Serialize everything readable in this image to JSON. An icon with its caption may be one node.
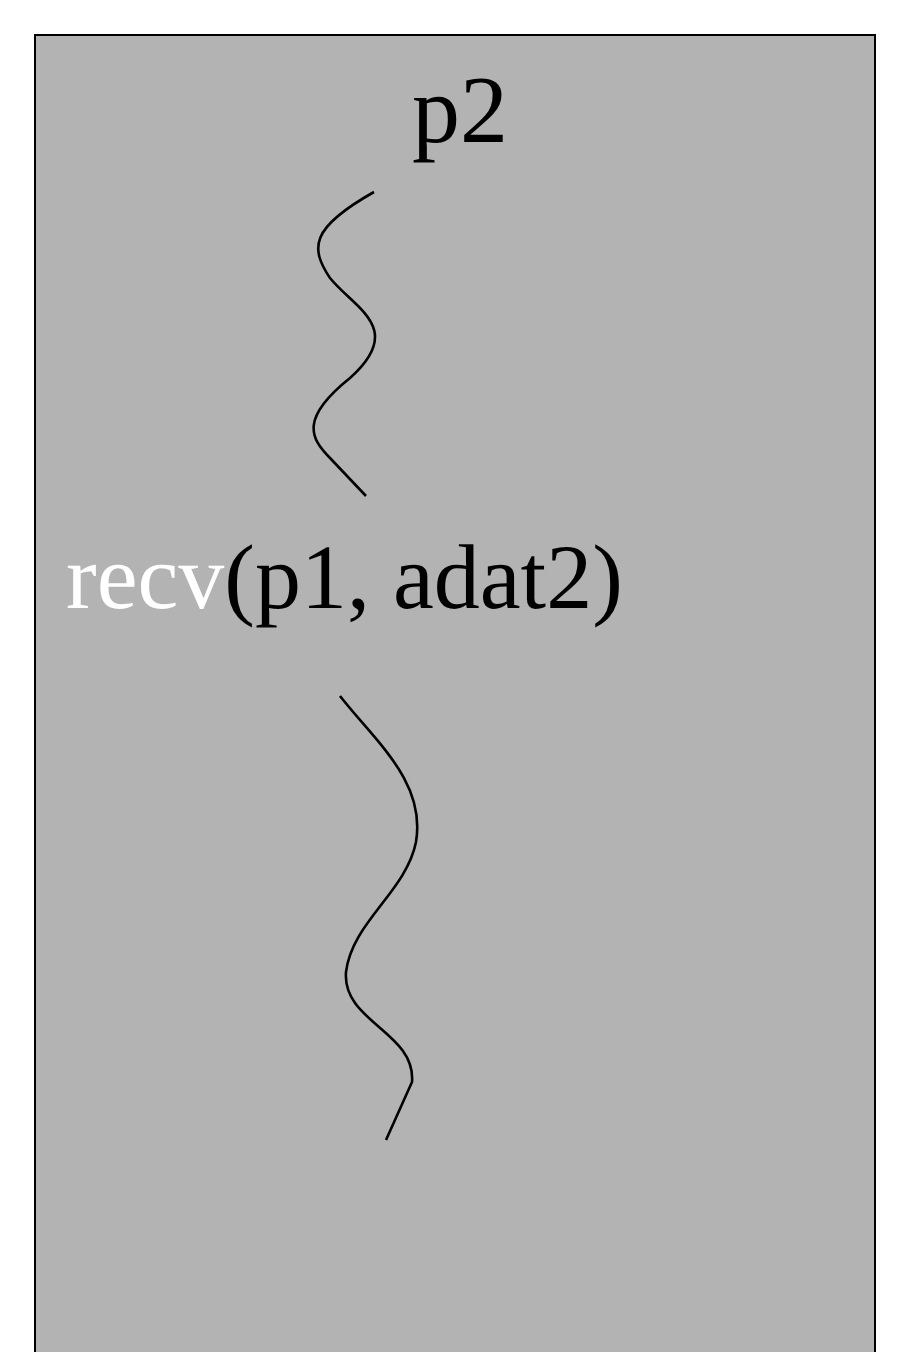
{
  "diagram": {
    "nodes": [
      {
        "text": [
          "p2",
          "recv",
          "(p1, adat2)"
        ]
      }
    ]
  }
}
